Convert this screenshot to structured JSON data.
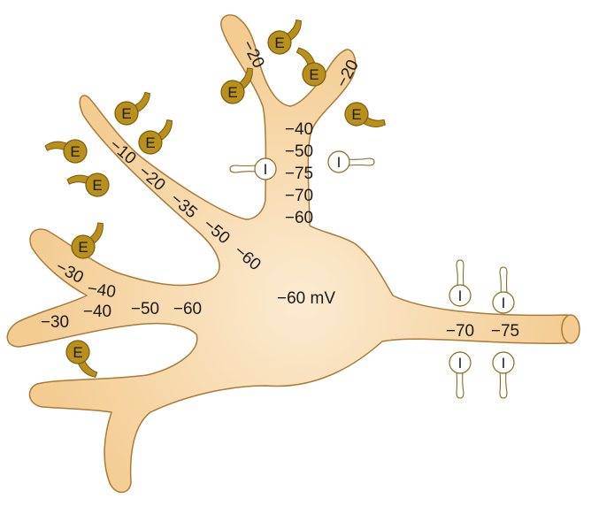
{
  "colors": {
    "neuron_fill": "#F6D29E",
    "neuron_core": "#FCEBD2",
    "neuron_outline": "#A97A38",
    "excitatory_fill": "#B8901A",
    "excitatory_outline": "#7A5A10",
    "inhibitory_fill": "#FFFFFF",
    "inhibitory_outline": "#8A6A20"
  },
  "soma_label": "−60 mV",
  "excitatory_synapses": [
    {
      "letter": "E",
      "icon": "excitatory-synapse-icon"
    },
    {
      "letter": "E",
      "icon": "excitatory-synapse-icon"
    },
    {
      "letter": "E",
      "icon": "excitatory-synapse-icon"
    },
    {
      "letter": "E",
      "icon": "excitatory-synapse-icon"
    },
    {
      "letter": "E",
      "icon": "excitatory-synapse-icon"
    },
    {
      "letter": "E",
      "icon": "excitatory-synapse-icon"
    },
    {
      "letter": "E",
      "icon": "excitatory-synapse-icon"
    },
    {
      "letter": "E",
      "icon": "excitatory-synapse-icon"
    },
    {
      "letter": "E",
      "icon": "excitatory-synapse-icon"
    },
    {
      "letter": "E",
      "icon": "excitatory-synapse-icon"
    }
  ],
  "inhibitory_synapses": [
    {
      "letter": "I",
      "icon": "inhibitory-synapse-icon"
    },
    {
      "letter": "I",
      "icon": "inhibitory-synapse-icon"
    },
    {
      "letter": "I",
      "icon": "inhibitory-synapse-icon"
    },
    {
      "letter": "I",
      "icon": "inhibitory-synapse-icon"
    },
    {
      "letter": "I",
      "icon": "inhibitory-synapse-icon"
    },
    {
      "letter": "I",
      "icon": "inhibitory-synapse-icon"
    }
  ],
  "potentials": {
    "upper_left_branch": [
      "−20"
    ],
    "upper_right_branch": [
      "−20"
    ],
    "apical_trunk": [
      "−40",
      "−50",
      "−75",
      "−70",
      "−60"
    ],
    "oblique_dendrite": [
      "−10",
      "−20",
      "−35",
      "−50",
      "−60"
    ],
    "left_upper_branch": [
      "−30",
      "−40"
    ],
    "left_lower_branch": [
      "−30",
      "−40",
      "−50",
      "−60"
    ],
    "axon": [
      "−70",
      "−75"
    ]
  }
}
